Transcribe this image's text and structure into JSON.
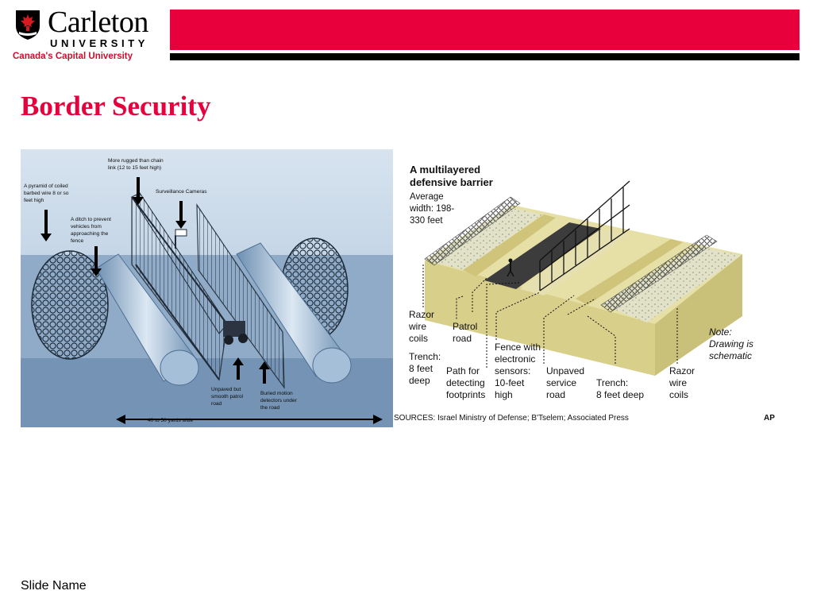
{
  "header": {
    "logo_name": "Carleton",
    "logo_university": "UNIVERSITY",
    "tagline": "Canada's Capital University",
    "brand_red": "#e8003d"
  },
  "slide": {
    "title": "Border Security",
    "footer": "Slide Name"
  },
  "left_figure": {
    "label_barbed": [
      "A pyramid of coiled",
      "barbed wire 8 or so",
      "feet high"
    ],
    "label_ditch": [
      "A ditch to prevent",
      "vehicles from",
      "approaching the",
      "fence"
    ],
    "label_fence": [
      "More rugged than chain",
      "link (12 to 15 feet high)"
    ],
    "label_cameras": "Surveillance Cameras",
    "label_road": [
      "Unpaved but",
      "smooth patrol",
      "road"
    ],
    "label_detectors": [
      "Buried motion",
      "detectors under",
      "the road"
    ],
    "label_width": "40 to 50 yards wide"
  },
  "right_figure": {
    "title": [
      "A multilayered",
      "defensive barrier"
    ],
    "subtitle": [
      "Average",
      "width: 198-",
      "330 feet"
    ],
    "label_razor_left": [
      "Razor",
      "wire",
      "coils"
    ],
    "label_patrol": [
      "Patrol",
      "road"
    ],
    "label_trench_left": [
      "Trench:",
      "8 feet",
      "deep"
    ],
    "label_path": [
      "Path for",
      "detecting",
      "footprints"
    ],
    "label_fence": [
      "Fence with",
      "electronic",
      "sensors:",
      "10-feet",
      "high"
    ],
    "label_service": [
      "Unpaved",
      "service",
      "road"
    ],
    "label_trench_right": [
      "Trench:",
      "8 feet deep"
    ],
    "label_razor_right": [
      "Razor",
      "wire",
      "coils"
    ],
    "label_note": [
      "Note:",
      "Drawing is",
      "schematic"
    ],
    "sources": "SOURCES: Israel Ministry of Defense; B'Tselem; Associated Press",
    "credit": "AP"
  }
}
